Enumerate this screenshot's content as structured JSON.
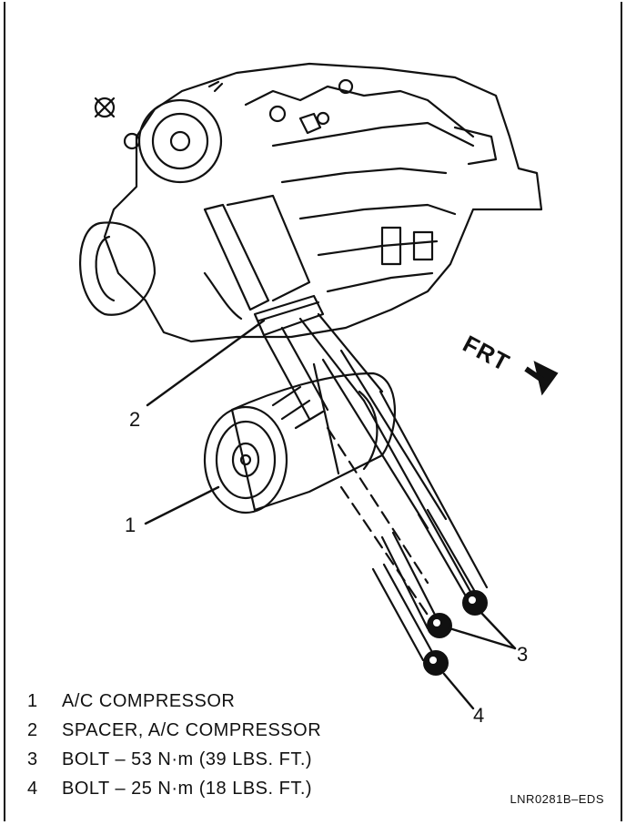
{
  "callouts": {
    "c1": "1",
    "c2": "2",
    "c3": "3",
    "c4": "4"
  },
  "front_label": "FRT",
  "legend": [
    {
      "num": "1",
      "text": "A/C COMPRESSOR"
    },
    {
      "num": "2",
      "text": "SPACER, A/C COMPRESSOR"
    },
    {
      "num": "3",
      "text": "BOLT – 53 N·m (39 LBS. FT.)"
    },
    {
      "num": "4",
      "text": "BOLT – 25 N·m (18 LBS. FT.)"
    }
  ],
  "figure_code": "LNR0281B–EDS",
  "colors": {
    "ink": "#111111",
    "paper": "#ffffff"
  },
  "icons": {
    "front_arrow": "arrow-down-right-icon"
  }
}
